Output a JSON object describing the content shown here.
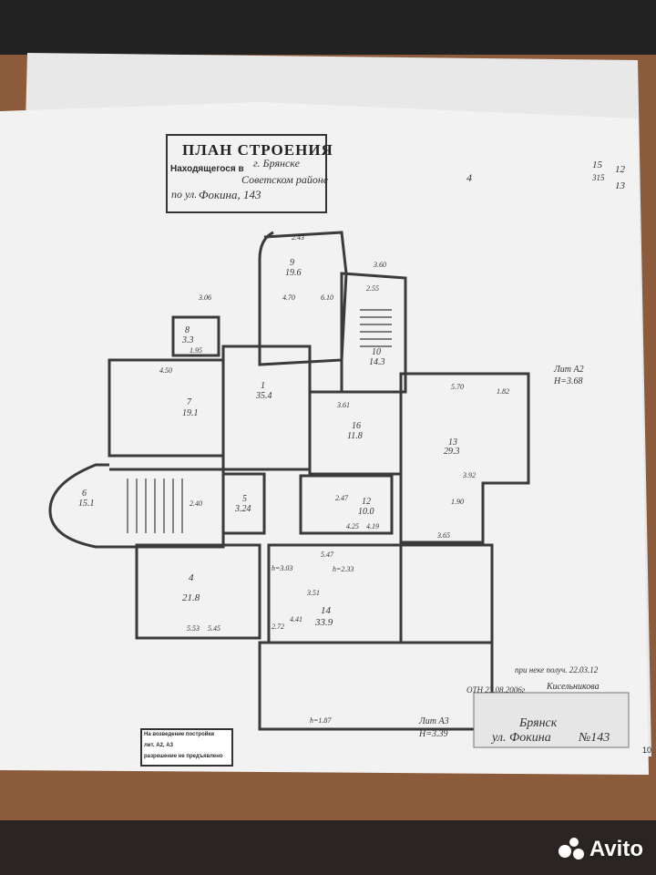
{
  "document": {
    "title": "ПЛАН СТРОЕНИЯ",
    "location_line1_label": "Находящегося в",
    "location_city": "г. Брянске",
    "location_district": "Советском районе",
    "location_street_label": "по ул.",
    "location_street": "Фокина, 143",
    "corner_numbers": [
      "15",
      "12",
      "315",
      "13",
      "4"
    ],
    "lit_a2": "Лит А2",
    "lit_a2_height": "Н=3.68",
    "lit_a3": "Лит А3",
    "lit_a3_height": "Н=3.39",
    "signature_note": "ОТН 23.08.2006г",
    "signature_note2": "при неке получ. 22.03.12",
    "signature_name": "Кисельникова",
    "footer_city": "Брянск",
    "footer_street": "ул. Фокина",
    "footer_number": "№143",
    "permission_stamp_line1": "На возведение постройки",
    "permission_stamp_line2": "лит. А2, А3",
    "permission_stamp_line3": "разрешение не предъявлено",
    "page_number": "10"
  },
  "rooms": [
    {
      "id": "8",
      "area": "3.3"
    },
    {
      "id": "9",
      "area": "19.6"
    },
    {
      "id": "10",
      "area": "14.3"
    },
    {
      "id": "7",
      "area": "19.1"
    },
    {
      "id": "1",
      "area": "35.4"
    },
    {
      "id": "16",
      "area": "11.8"
    },
    {
      "id": "13",
      "area": "29.3"
    },
    {
      "id": "6",
      "area": "15.1"
    },
    {
      "id": "5",
      "area": "3.24"
    },
    {
      "id": "12",
      "area": "10.0"
    },
    {
      "id": "4",
      "area": "21.8"
    },
    {
      "id": "14",
      "area": "33.9"
    }
  ],
  "dimensions": [
    "2.43",
    "3.60",
    "4.70",
    "6.10",
    "2.55",
    "3.06",
    "4.50",
    "1.95",
    "5.70",
    "1.82",
    "3.61",
    "2.47",
    "3.92",
    "1.90",
    "5.47",
    "3.51",
    "2.72",
    "4.41",
    "5.53",
    "5.45",
    "2.40",
    "3.65",
    "4.25",
    "4.19",
    "h=3.03",
    "h=2.33",
    "h=1.87"
  ],
  "brand": {
    "name": "Avito"
  },
  "colors": {
    "paper": "#f4f4f4",
    "line": "#3a3a3a",
    "table": "#8a5a3a"
  }
}
